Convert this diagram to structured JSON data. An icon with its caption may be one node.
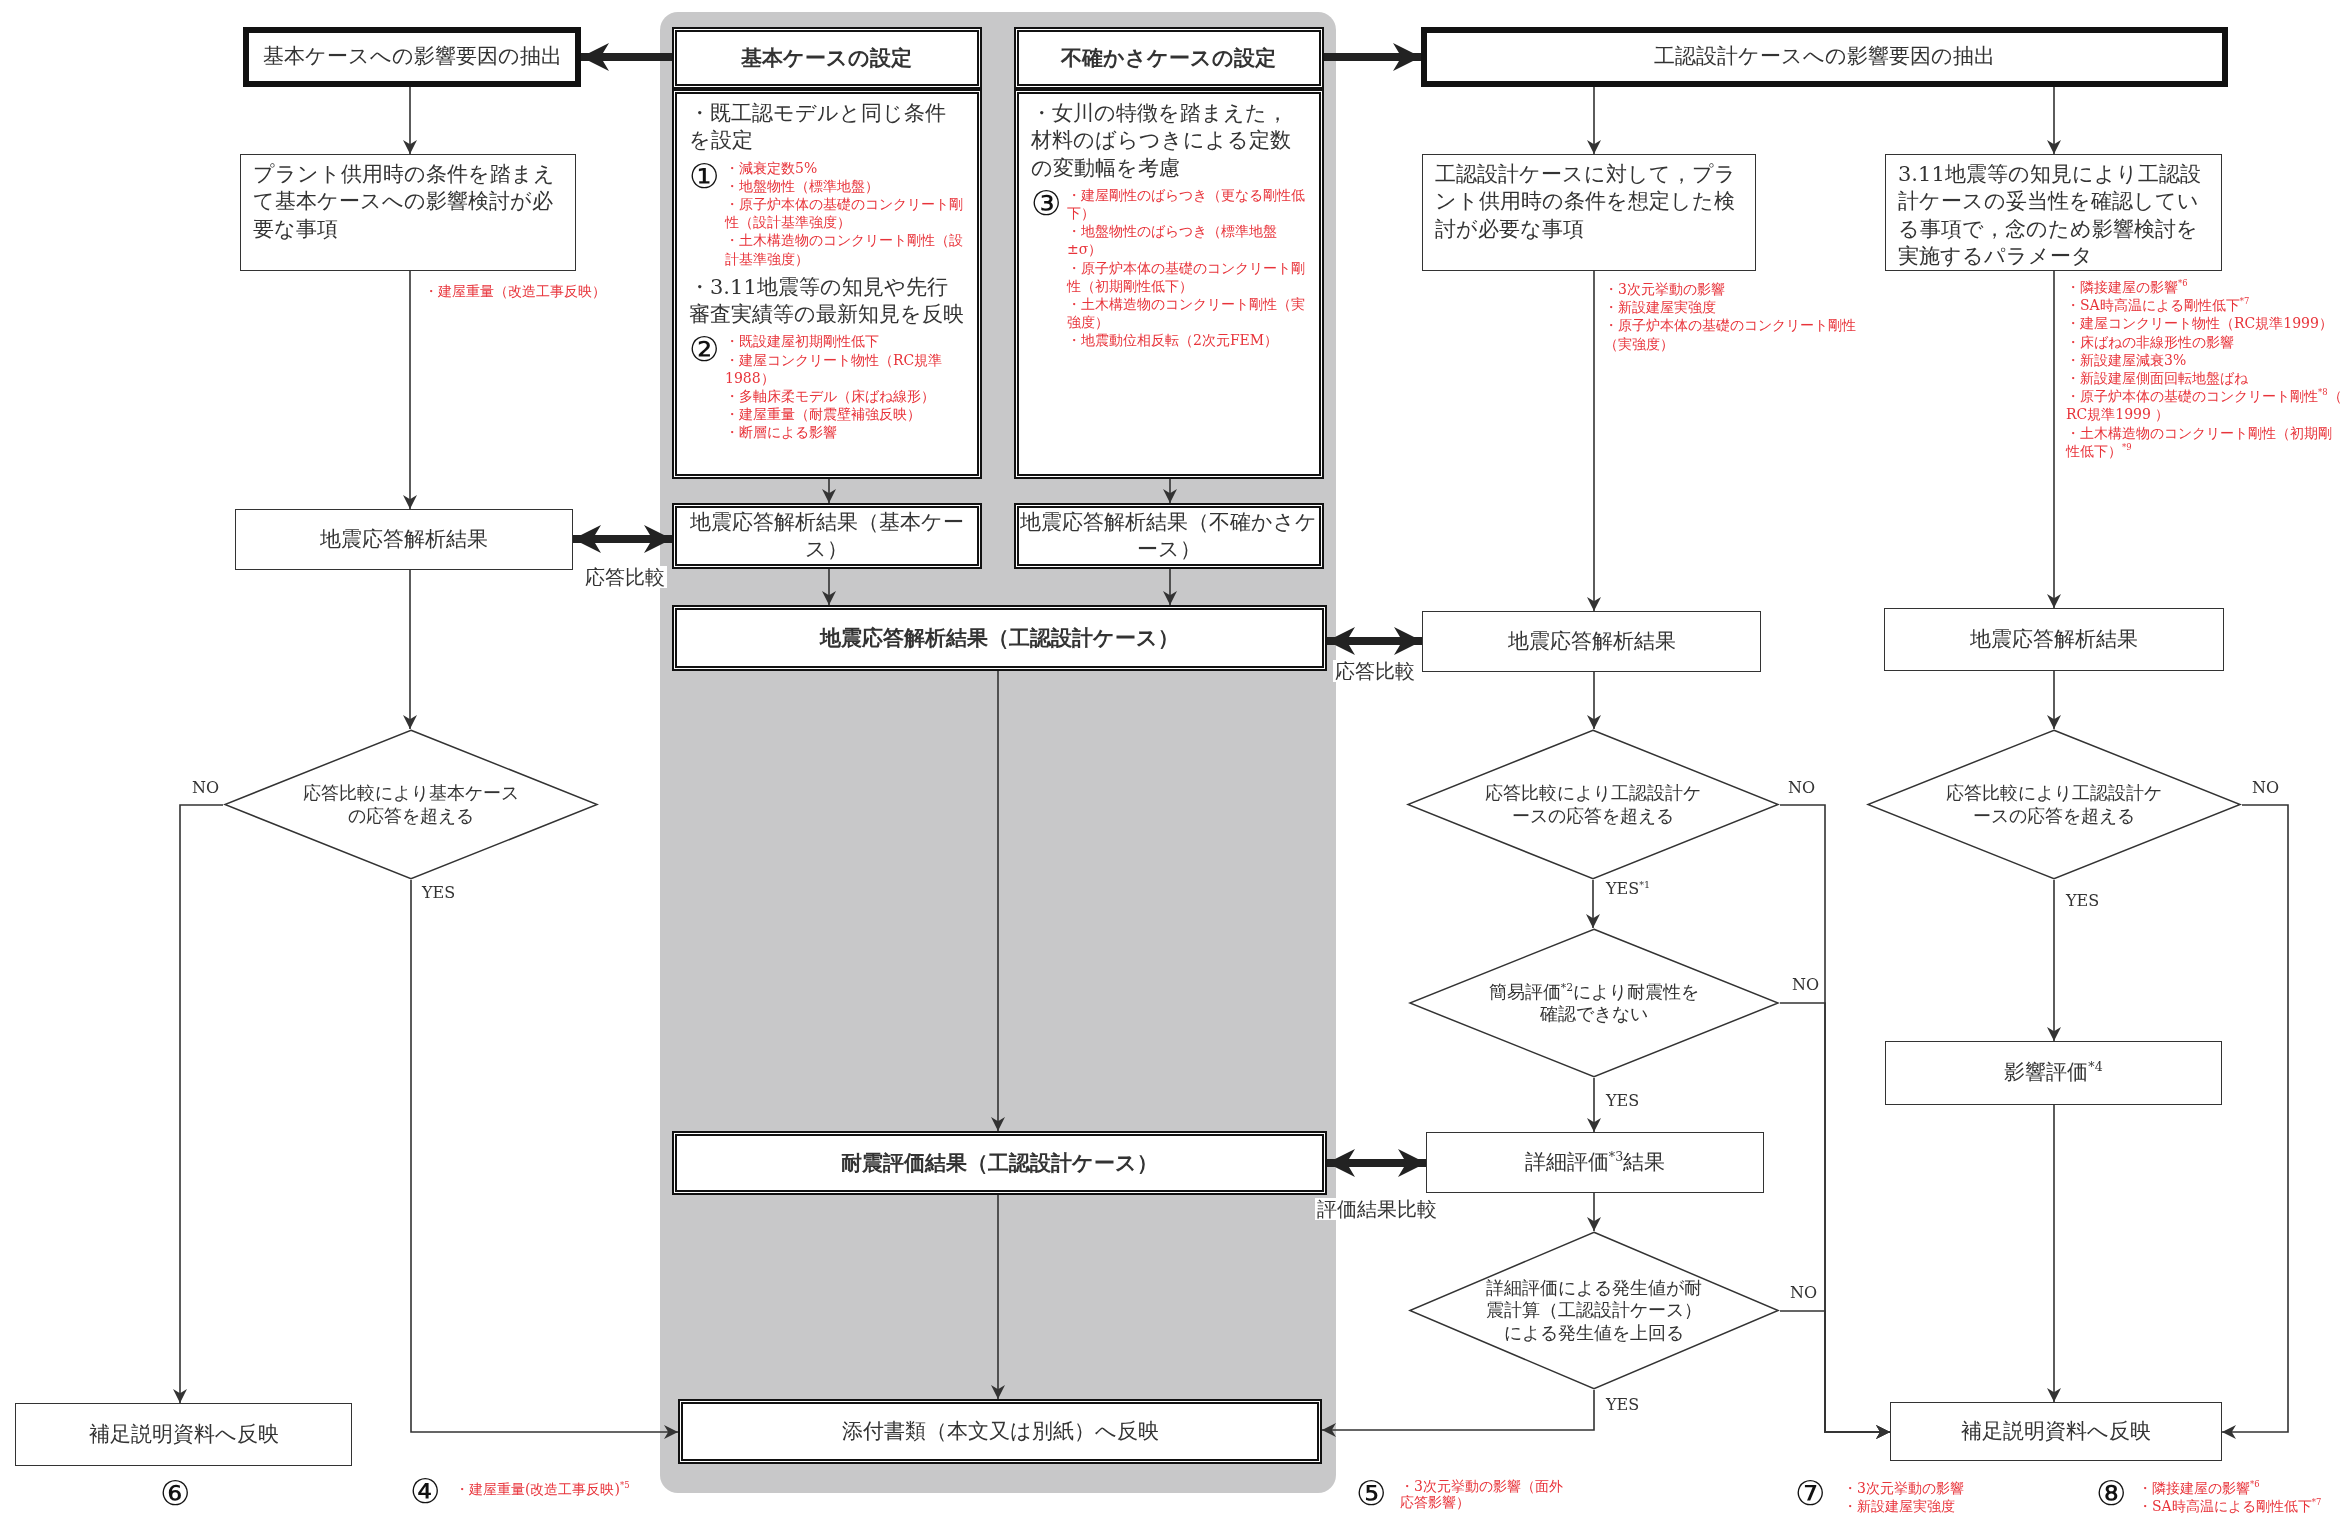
{
  "diagram": {
    "nodes": [
      {
        "text": [
          "基本ケースへの影響要因の抽出"
        ]
      },
      {
        "text": [],
        "shape": "band"
      },
      {
        "text": [
          "基本ケースの設定"
        ],
        "in": 1
      },
      {
        "text": [
          "不確かさケースの設定"
        ],
        "in": 1
      },
      {
        "text": [
          "工認設計ケースへの影響要因の抽出"
        ]
      },
      {
        "text": [
          "プラント供用時の条件を踏まえて基本ケースへの影響検討が必要な事項"
        ],
        "beside": [
          "・建屋重量（改造工事反映）"
        ]
      },
      {
        "text": [
          "・既工認モデルと同じ条件を設定",
          "①",
          "・減衰定数5%",
          "・地盤物性（標準地盤）",
          "・原子炉本体の基礎のコンクリート剛性（設計基準強度）",
          "・土木構造物のコンクリート剛性（設計基準強度）",
          "・3.11地震等の知見や先行審査実績等の最新知見を反映",
          "②",
          "・既設建屋初期剛性低下",
          "・建屋コンクリート物性（RC規準1988）",
          "・多軸床柔モデル（床ばね線形）",
          "・建屋重量（耐震壁補強反映）",
          "・断層による影響"
        ],
        "in": 1
      },
      {
        "text": [
          "・女川の特徴を踏まえた，材料のばらつきによる定数の変動幅を考慮",
          "③",
          "・建屋剛性のばらつき（更なる剛性低下）",
          "・地盤物性のばらつき（標準地盤±σ）",
          "・原子炉本体の基礎のコンクリート剛性（初期剛性低下）",
          "・土木構造物のコンクリート剛性（実強度）",
          "・地震動位相反転（2次元FEM）"
        ],
        "in": 1
      },
      {
        "text": [
          "工認設計ケースに対して，プラント供用時の条件を想定した検討が必要な事項"
        ],
        "beside": [
          "・3次元挙動の影響",
          "・新設建屋実強度",
          "・原子炉本体の基礎のコンクリート剛性（実強度）"
        ]
      },
      {
        "text": [
          "3.11地震等の知見により工認設計ケースの妥当性を確認している事項で，念のため影響検討を実施するパラメータ"
        ],
        "beside": [
          "・隣接建屋の影響$^{*6}$",
          "・SA時高温による剛性低下$^{*7}$",
          "・建屋コンクリート物性（RC規準1999）",
          "・床ばねの非線形性の影響",
          "・新設建屋減衰3%",
          "・新設建屋側面回転地盤ばね",
          "・原子炉本体の基礎のコンクリート剛性$^{*8}$（ RC規準1999 ）",
          "・土木構造物のコンクリート剛性（初期剛性低下）$^{*9}$"
        ]
      },
      {
        "text": [
          "地震応答解析結果"
        ]
      },
      {
        "text": [
          "地震応答解析結果（基本ケース）"
        ],
        "in": 1
      },
      {
        "text": [
          "地震応答解析結果（不確かさケース）"
        ],
        "in": 1
      },
      {
        "text": [
          "地震応答解析結果（工認設計ケース）"
        ],
        "in": 1
      },
      {
        "text": [
          "地震応答解析結果"
        ]
      },
      {
        "text": [
          "地震応答解析結果"
        ]
      },
      {
        "text": [
          "応答比較により基本ケースの応答を超える"
        ]
      },
      {
        "text": [
          "応答比較により工認設計ケースの応答を超える"
        ]
      },
      {
        "text": [
          "応答比較により工認設計ケースの応答を超える"
        ]
      },
      {
        "text": [
          "簡易評価$^{*2}$により耐震性を確認できない"
        ]
      },
      {
        "text": [
          "影響評価$^{*4}$"
        ]
      },
      {
        "text": [
          "耐震評価結果（工認設計ケース）"
        ],
        "in": 1
      },
      {
        "text": [
          "詳細評価$^{*3}$結果"
        ]
      },
      {
        "text": [
          "詳細評価による発生値が耐震計算（工認設計ケース）による発生値を上回る"
        ]
      },
      {
        "text": [
          "補足説明資料へ反映"
        ]
      },
      {
        "text": [
          "添付書類（本文又は別紙）へ反映"
        ],
        "in": 1
      },
      {
        "text": [
          "補足説明資料へ反映"
        ]
      }
    ],
    "edges": [
      {
        "from": 2,
        "to": 0,
        "arrow": "to",
        "style": "thick"
      },
      {
        "from": 3,
        "to": 4,
        "arrow": "to",
        "style": "thick"
      },
      {
        "from": 0,
        "to": 5,
        "arrow": "to"
      },
      {
        "from": 4,
        "to": 8,
        "arrow": "to"
      },
      {
        "from": 4,
        "to": 9,
        "arrow": "to"
      },
      {
        "from": 5,
        "to": 10,
        "arrow": "to"
      },
      {
        "from": 6,
        "to": 11,
        "arrow": "to"
      },
      {
        "from": 7,
        "to": 12,
        "arrow": "to"
      },
      {
        "from": 8,
        "to": 14,
        "arrow": "to"
      },
      {
        "from": 9,
        "to": 15,
        "arrow": "to"
      },
      {
        "from": 10,
        "to": 11,
        "arrow": "both",
        "style": "thick",
        "label": "応答比較"
      },
      {
        "from": 11,
        "to": 13,
        "arrow": "to"
      },
      {
        "from": 12,
        "to": 13,
        "arrow": "to"
      },
      {
        "from": 13,
        "to": 14,
        "arrow": "both",
        "style": "thick",
        "label": "応答比較"
      },
      {
        "from": 10,
        "to": 16,
        "arrow": "to"
      },
      {
        "from": 14,
        "to": 17,
        "arrow": "to"
      },
      {
        "from": 15,
        "to": 18,
        "arrow": "to"
      },
      {
        "from": 13,
        "to": 21,
        "arrow": "to"
      },
      {
        "from": 16,
        "to": 24,
        "arrow": "to",
        "label": "NO"
      },
      {
        "from": 16,
        "to": 25,
        "arrow": "to",
        "label": "YES"
      },
      {
        "from": 17,
        "to": 19,
        "arrow": "to",
        "label": "YES$^{*1}$"
      },
      {
        "from": 17,
        "to": 26,
        "arrow": "to",
        "label": "NO"
      },
      {
        "from": 19,
        "to": 22,
        "arrow": "to",
        "label": "YES"
      },
      {
        "from": 19,
        "to": 26,
        "arrow": "to",
        "label": "NO"
      },
      {
        "from": 18,
        "to": 20,
        "arrow": "to",
        "label": "YES"
      },
      {
        "from": 18,
        "to": 26,
        "arrow": "to",
        "label": "NO"
      },
      {
        "from": 21,
        "to": 22,
        "arrow": "both",
        "style": "thick",
        "label": "評価結果比較"
      },
      {
        "from": 22,
        "to": 23,
        "arrow": "to"
      },
      {
        "from": 23,
        "to": 26,
        "arrow": "to",
        "label": "NO"
      },
      {
        "from": 23,
        "to": 25,
        "arrow": "to",
        "label": "YES"
      },
      {
        "from": 20,
        "to": 26,
        "arrow": "to"
      },
      {
        "from": 21,
        "to": 25,
        "arrow": "to"
      }
    ],
    "labels": [
      "⑥",
      "④",
      "・建屋重量(改造工事反映)$^{*5}$",
      "⑤",
      "・3次元挙動の影響（面外応答影響）",
      "⑦",
      "・3次元挙動の影響",
      "・新設建屋実強度",
      "⑧",
      "・隣接建屋の影響$^{*6}$",
      "・SA時高温による剛性低下$^{*7}$"
    ]
  }
}
